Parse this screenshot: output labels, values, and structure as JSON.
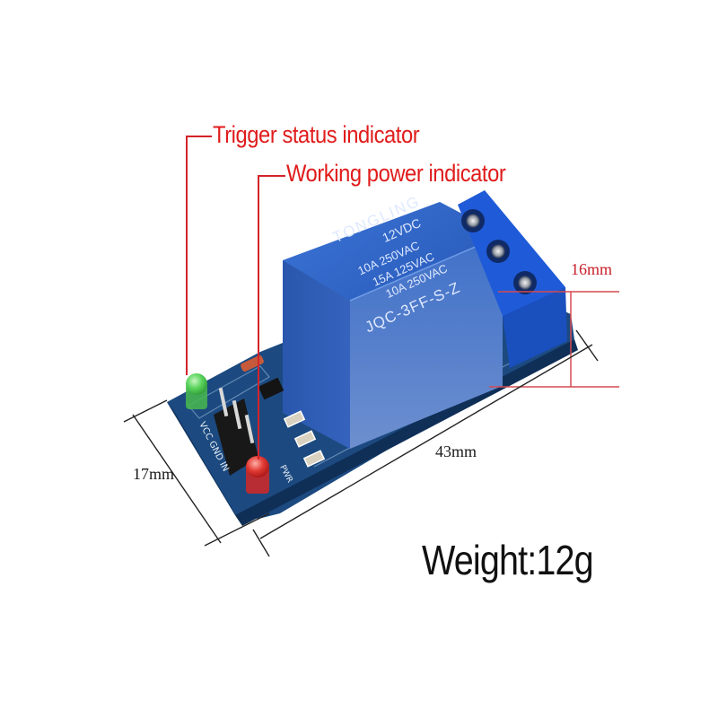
{
  "callouts": {
    "trigger_status": "Trigger status indicator",
    "working_power": "Working power indicator"
  },
  "dimensions": {
    "height": "16mm",
    "length": "43mm",
    "width": "17mm"
  },
  "weight_label": "Weight:12g",
  "relay": {
    "brand": "TONGLING",
    "coil_voltage": "12VDC",
    "rating_1": "10A 250VAC",
    "rating_2": "15A 125VAC",
    "rating_3": "10A 250VAC",
    "model": "JQC-3FF-S-Z"
  },
  "board_silkscreen": {
    "pin_labels": "VCC GND IN",
    "power_led_label": "PWR"
  },
  "colors": {
    "callout_red": "#e01b1b",
    "pcb_blue": "#1f4f86",
    "relay_blue": "#2a5fc4",
    "terminal_blue": "#1d5ad6",
    "led_green": "#4fd35a",
    "led_red": "#e03030"
  }
}
